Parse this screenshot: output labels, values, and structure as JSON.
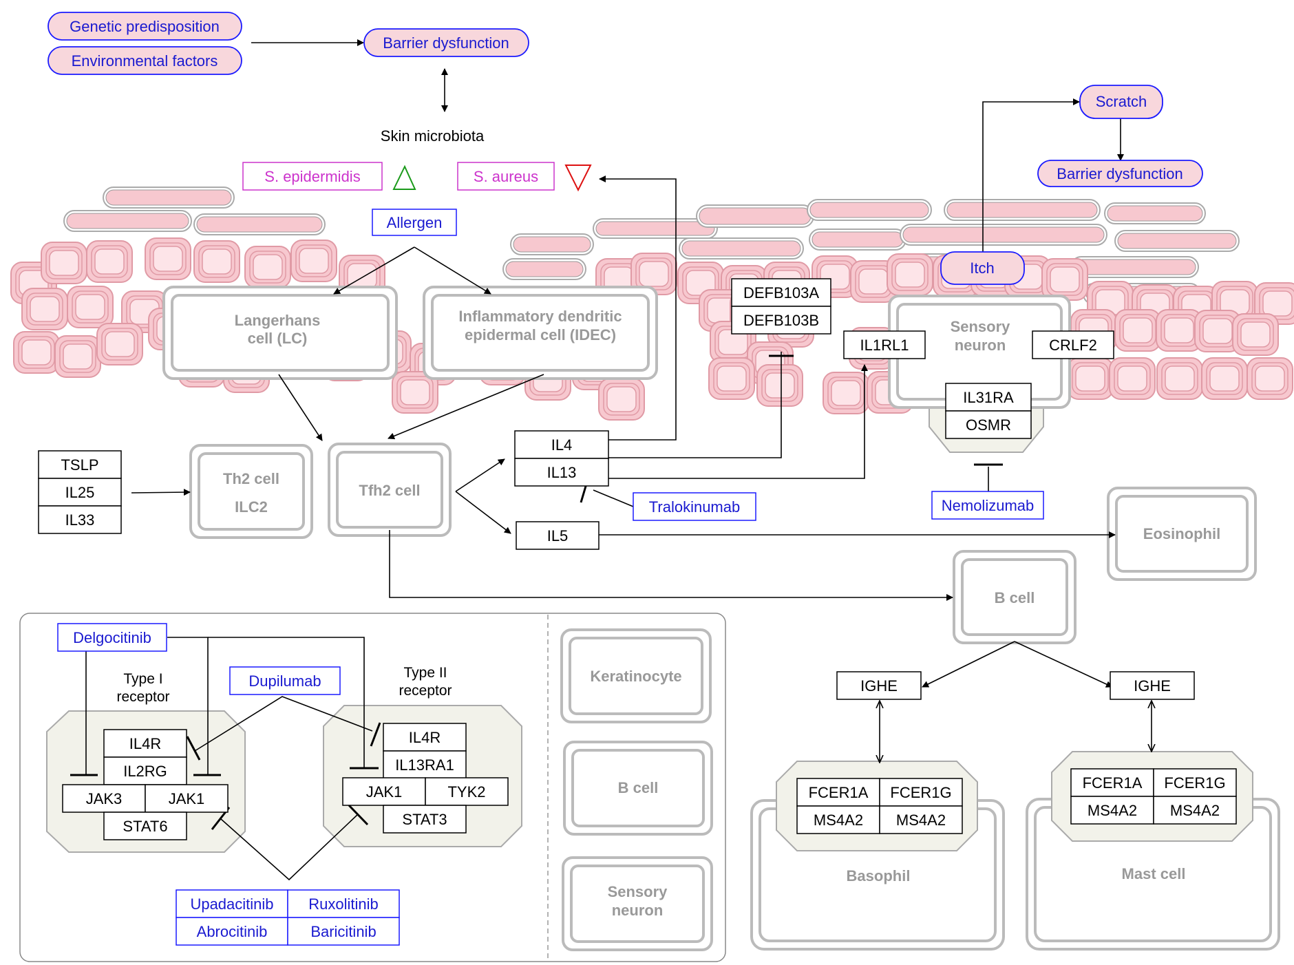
{
  "pills": {
    "genetic": "Genetic predisposition",
    "environmental": "Environmental factors",
    "barrier_top": "Barrier dysfunction",
    "scratch": "Scratch",
    "barrier_right": "Barrier dysfunction",
    "itch": "Itch"
  },
  "microbiota": {
    "label": "Skin microbiota",
    "s_epidermidis": "S. epidermidis",
    "s_aureus": "S. aureus"
  },
  "allergen": "Allergen",
  "cells": {
    "langerhans": [
      "Langerhans",
      "cell (LC)"
    ],
    "idec": [
      "Inflammatory dendritic",
      "epidermal cell (IDEC)"
    ],
    "th2": [
      "Th2 cell",
      "ILC2"
    ],
    "tfh2": "Tfh2 cell",
    "sensory_top": [
      "Sensory",
      "neuron"
    ],
    "eosinophil": "Eosinophil",
    "bcell": "B cell",
    "basophil": "Basophil",
    "mast": "Mast cell",
    "legend_keratinocyte": "Keratinocyte",
    "legend_bcell": "B cell",
    "legend_sensory": [
      "Sensory",
      "neuron"
    ]
  },
  "genes": {
    "tslp": "TSLP",
    "il25": "IL25",
    "il33": "IL33",
    "il4": "IL4",
    "il13": "IL13",
    "il5": "IL5",
    "defb103a": "DEFB103A",
    "defb103b": "DEFB103B",
    "il1rl1": "IL1RL1",
    "crlf2": "CRLF2",
    "il31ra": "IL31RA",
    "osmr": "OSMR",
    "ighe_left": "IGHE",
    "ighe_right": "IGHE",
    "baso_fcer1a": "FCER1A",
    "baso_fcer1g": "FCER1G",
    "baso_ms4a2_a": "MS4A2",
    "baso_ms4a2_b": "MS4A2",
    "mast_fcer1a": "FCER1A",
    "mast_fcer1g": "FCER1G",
    "mast_ms4a2_a": "MS4A2",
    "mast_ms4a2_b": "MS4A2"
  },
  "drugs": {
    "tralokinumab": "Tralokinumab",
    "nemolizumab": "Nemolizumab",
    "delgocitinib": "Delgocitinib",
    "dupilumab": "Dupilumab",
    "upadacitinib": "Upadacitinib",
    "ruxolitinib": "Ruxolitinib",
    "abrocitinib": "Abrocitinib",
    "baricitinib": "Baricitinib"
  },
  "receptors": {
    "type1_title": [
      "Type I",
      "receptor"
    ],
    "type2_title": [
      "Type II",
      "receptor"
    ],
    "t1_il4r": "IL4R",
    "t1_il2rg": "IL2RG",
    "t1_jak3": "JAK3",
    "t1_jak1": "JAK1",
    "t1_stat6": "STAT6",
    "t2_il4r": "IL4R",
    "t2_il13ra1": "IL13RA1",
    "t2_jak1": "JAK1",
    "t2_tyk2": "TYK2",
    "t2_stat3": "STAT3"
  },
  "colors": {
    "pill_fill": "#f8d7dc",
    "pill_stroke": "#1a1aff",
    "pill_text": "#1a1ad0",
    "cell_pink": "#f7c8cf",
    "cell_pink_stroke": "#e09aa5",
    "cell_gray": "#bbbbbb",
    "cell_text": "#999999",
    "drug_blue": "#1a1ad0",
    "bacteria_magenta": "#cc33cc",
    "receptor_fill": "#f2f2ea"
  }
}
